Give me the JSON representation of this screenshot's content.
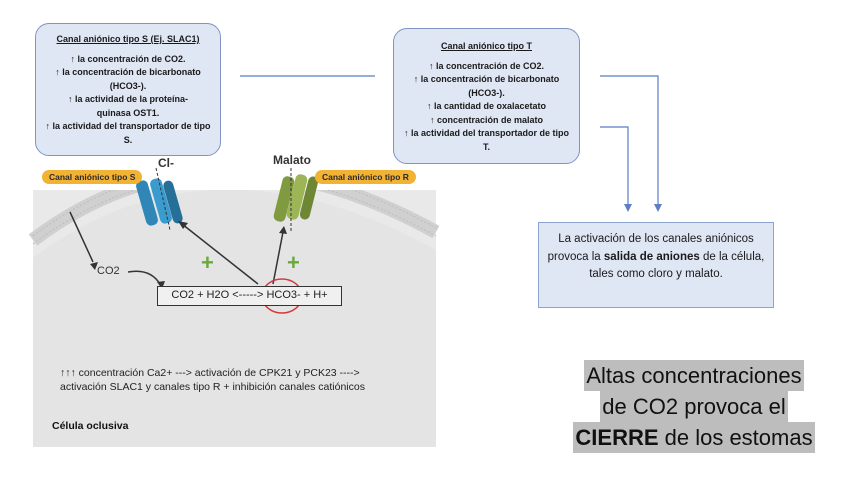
{
  "box_s": {
    "title": "Canal aniónico tipo S (Ej. SLAC1)",
    "lines": [
      "↑ la concentración de CO2.",
      "↑ la concentración de bicarbonato (HCO3-).",
      "↑ la actividad de la proteína-quinasa OST1.",
      "↑ la actividad del transportador de tipo S."
    ]
  },
  "box_t": {
    "title": "Canal aniónico tipo T",
    "lines": [
      "↑ la concentración de CO2.",
      "↑ la concentración de bicarbonato (HCO3-).",
      "↑ la cantidad de oxalacetato",
      "↑ concentración de malato",
      "↑ la actividad del transportador de tipo T."
    ]
  },
  "cell": {
    "tag_s": "Canal aniónico tipo S",
    "tag_r": "Canal aniónico tipo R",
    "ion_cl": "Cl-",
    "ion_malato": "Malato",
    "co2": "CO2",
    "equation": "CO2 + H2O <-----> HCO3- + H+",
    "plus": "+",
    "note_line1": "↑↑↑ concentración Ca2+ ---> activación de CPK21 y PCK23 ---->",
    "note_line2": "activación SLAC1 y canales tipo R + inhibición canales catiónicos",
    "label": "Célula oclusiva"
  },
  "info": {
    "pre": "La activación de los canales aniónicos provoca la ",
    "bold": "salida de aniones",
    "post": " de la célula, tales como cloro y malato."
  },
  "conclusion": {
    "line1": "Altas concentraciones",
    "line2": "de CO2 provoca el",
    "bold": "CIERRE",
    "line3_rest": " de los estomas"
  },
  "colors": {
    "box_fill": "#dfe6f4",
    "box_border": "#7f94c4",
    "tag_orange": "#f2b233",
    "channel_blue": "#2f86b7",
    "channel_green": "#8aa44a",
    "plus_green": "#6aa83b",
    "highlight_red": "#d23a3a"
  }
}
